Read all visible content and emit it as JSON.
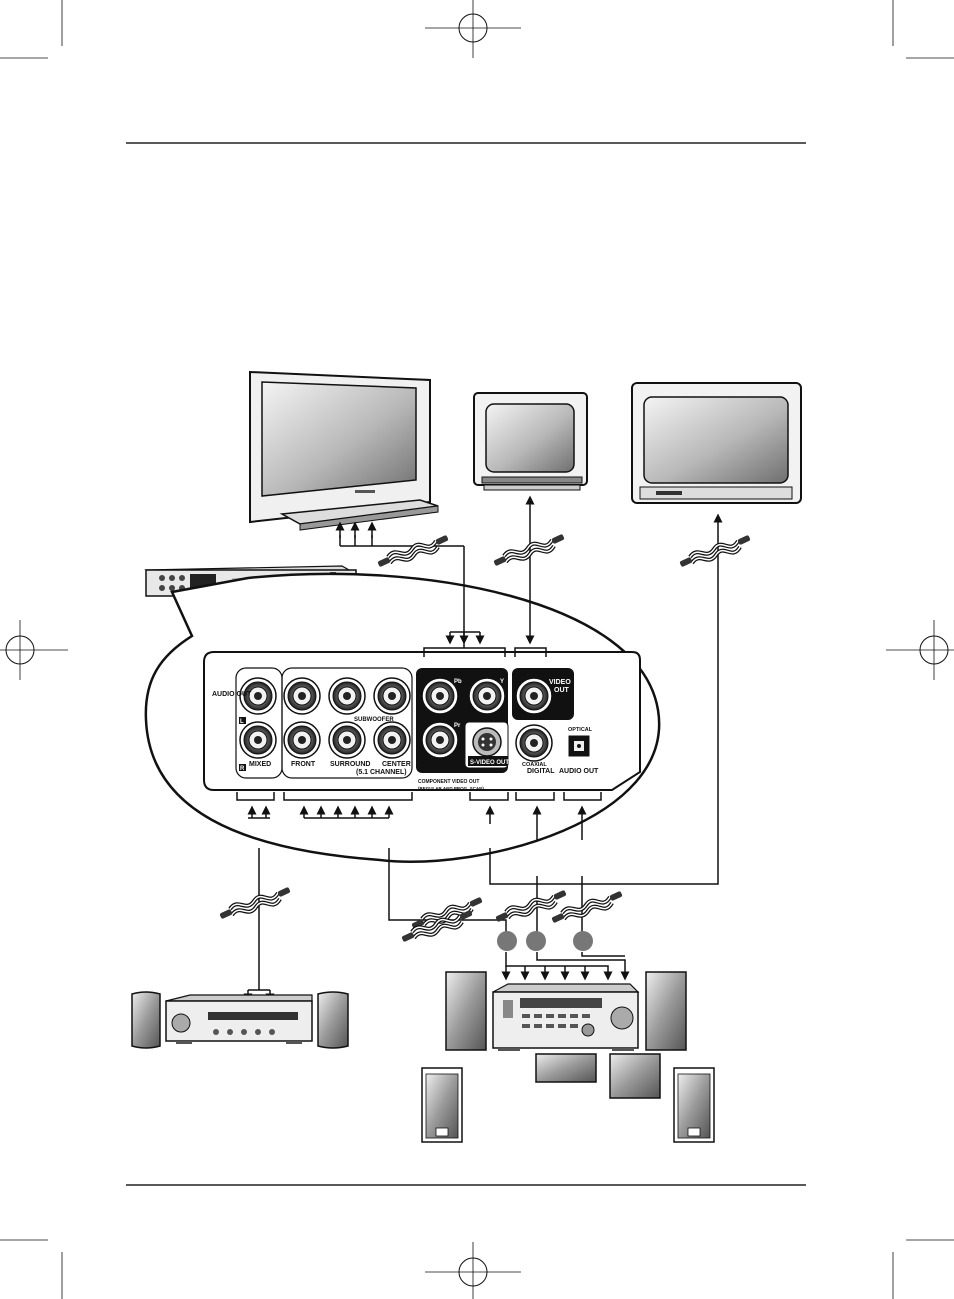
{
  "panel": {
    "audio_out": "AUDIO OUT",
    "ch_l": "L",
    "ch_r": "R",
    "mixed": "MIXED",
    "front": "FRONT",
    "surround": "SURROUND",
    "subwoofer": "SUBWOOFER",
    "center": "CENTER",
    "channel_51": "(5.1 CHANNEL)",
    "pb": "Pb",
    "y": "Y",
    "pr": "Pr",
    "component_video_out": "COMPONENT VIDEO OUT",
    "regular_prog_scan": "(REGULAR AND PROG. SCAN)",
    "s_video_out": "S-VIDEO OUT",
    "video_out_1": "VIDEO",
    "video_out_2": "OUT",
    "coaxial": "COAXIAL",
    "optical": "OPTICAL",
    "digital": "DIGITAL",
    "audio_out_digital": "AUDIO OUT"
  },
  "colors": {
    "line": "#111111",
    "metal": "#777777",
    "rule": "#222222"
  },
  "icons": [
    "flat-tv-icon",
    "crt-tv-icon",
    "widescreen-tv-icon",
    "dvd-player-icon",
    "rca-cable-icon",
    "stereo-amplifier-icon",
    "av-receiver-icon",
    "speaker-icon",
    "registration-mark-icon"
  ]
}
